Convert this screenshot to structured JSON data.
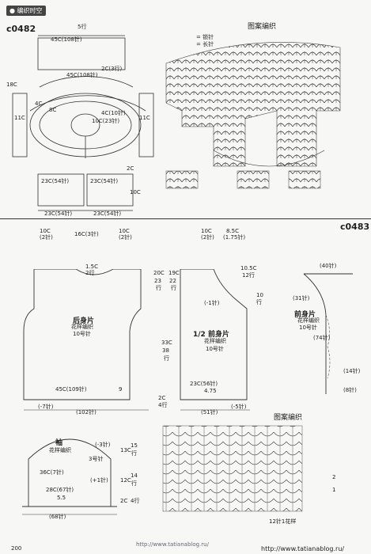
{
  "header": {
    "tag": "编织时空",
    "tag_icon": "bullet-icon"
  },
  "top": {
    "code": "c0482",
    "pattern_title": "图案编织",
    "legend": [
      "= 锁针",
      "= 长针"
    ],
    "dims": {
      "top_width": "45C(108针)",
      "top_rows": "5行",
      "ring_width": "45C(108针)",
      "ring_rows": "2C(3行)",
      "left_side": "18C",
      "left_a": "4C",
      "left_b": "8C",
      "center": "10C(23针)",
      "right_side": "4C(10针)",
      "left_panel": "11C",
      "right_panel": "11C",
      "bottom_left": "23C(54针)",
      "bottom_right": "23C(54针)",
      "bottom_total_left": "23C(54针)",
      "bottom_total_right": "23C(54针)",
      "bottom_height": "10C",
      "strip_mark": "2C"
    }
  },
  "bottom": {
    "code": "c0483",
    "back": {
      "title": "后身片",
      "sub1": "花样编织",
      "sub2": "10号针",
      "top_left": "10C",
      "top_left_n": "(2针)",
      "top_mid": "16C(3针)",
      "top_right": "10C",
      "top_right_n": "(2针)",
      "neck": "1.5C",
      "neck_n": "2行",
      "hem": "45C(109针)",
      "hem_rows": "9",
      "hem_mark": "(-7针)",
      "width": "(102针)",
      "side_h": "33C",
      "side_h_n": "38",
      "side_h_r": "行",
      "arm": "20C",
      "arm_n": "23",
      "arm_r": "行",
      "arm2": "19C",
      "arm2_n": "22",
      "arm2_r": "行",
      "rib": "2C",
      "rib_n": "4行"
    },
    "front_half": {
      "title": "1/2 前身片",
      "sub1": "花样编织",
      "sub2": "10号针",
      "top_left": "10C",
      "top_left_n": "(2针)",
      "top_right": "8.5C",
      "top_right_n": "(1.75针)",
      "minus": "(-1针)",
      "right_h": "10.5C",
      "right_h_n": "12行",
      "right_h2": "10",
      "right_h2_n": "行",
      "hem": "23C(56针)",
      "hem2": "4.75",
      "hem_mark": "(-5针)",
      "width": "(51针)"
    },
    "front_piece": {
      "title": "前身片",
      "sub1": "花样编织",
      "sub2": "10号针",
      "top": "(40针)",
      "left": "(31针)",
      "mid": "(74针)",
      "r1": "(14针)",
      "r2": "(8针)"
    },
    "sleeve": {
      "title": "袖",
      "sub": "花样编织",
      "needle": "3号针",
      "minus": "(-3针)",
      "w1": "36C(7针)",
      "w2": "28C(67针)",
      "w3": "5.5",
      "plus": "(+1针)",
      "width": "(68针)",
      "h1": "13C",
      "h1n": "15",
      "h1r": "行",
      "h2": "12C",
      "h2n": "14",
      "h2r": "行",
      "h3": "2C",
      "h3n": "4行"
    },
    "pattern_title": "图案编织",
    "row_labels": [
      "2",
      "1"
    ],
    "repeat": "12针1花样"
  },
  "footer": {
    "page": "200",
    "site_footer": "http://www.tatianablog.ru/",
    "site_right": "http://www.tatianablog.ru/"
  }
}
